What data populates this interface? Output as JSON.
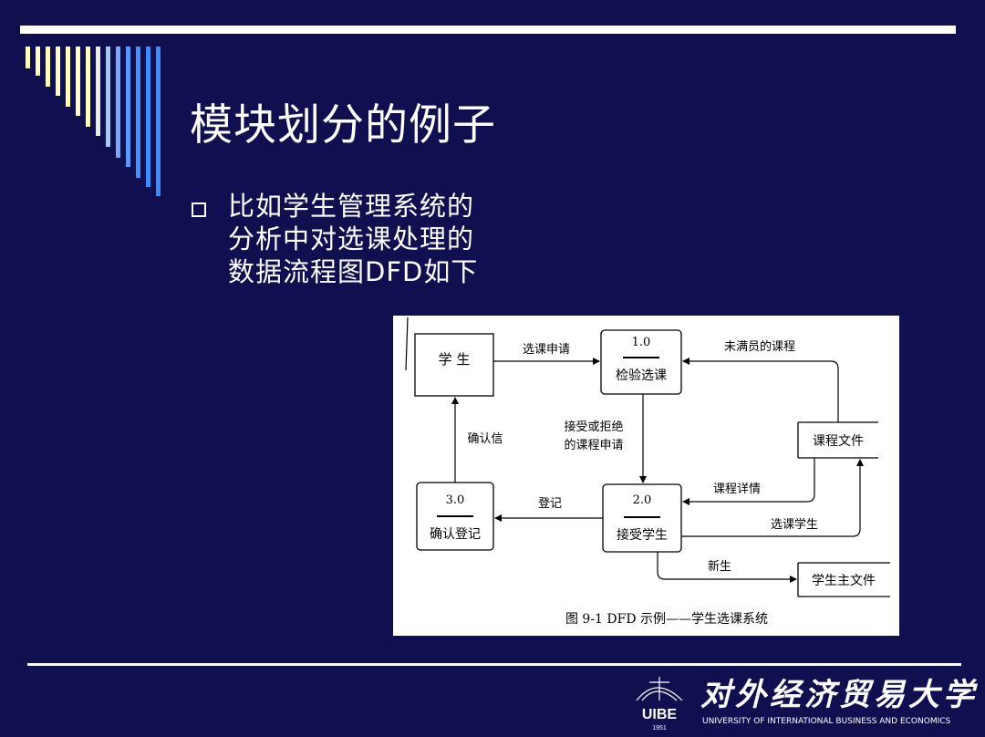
{
  "slide": {
    "title": "模块划分的例子",
    "bullet_lines": [
      "比如学生管理系统的",
      "分析中对选课处理的",
      "数据流程图DFD如下"
    ]
  },
  "figure": {
    "nodes": {
      "student": "学  生",
      "p1_num": "1.0",
      "p1_name": "检验选课",
      "p2_num": "2.0",
      "p2_name": "接受学生",
      "p3_num": "3.0",
      "p3_name": "确认登记",
      "course_file": "课程文件",
      "student_master": "学生主文件"
    },
    "flows": {
      "apply": "选课申请",
      "not_full": "未满员的课程",
      "confirm_letter": "确认信",
      "accept_reject_1": "接受或拒绝",
      "accept_reject_2": "的课程申请",
      "course_detail": "课程详情",
      "register": "登记",
      "select_student": "选课学生",
      "new_student": "新生"
    },
    "caption": "图 9-1   DFD 示例——学生选课系统"
  },
  "logo": {
    "name_cn": "对外经济贸易大学",
    "name_en": "UNIVERSITY OF INTERNATIONAL BUSINESS AND ECONOMICS",
    "year": "1951",
    "mark": "UIBE"
  },
  "colors": {
    "background": "#101050",
    "stripe_light": "#FFFFC0",
    "stripe_blue": "#3C8CFF"
  }
}
